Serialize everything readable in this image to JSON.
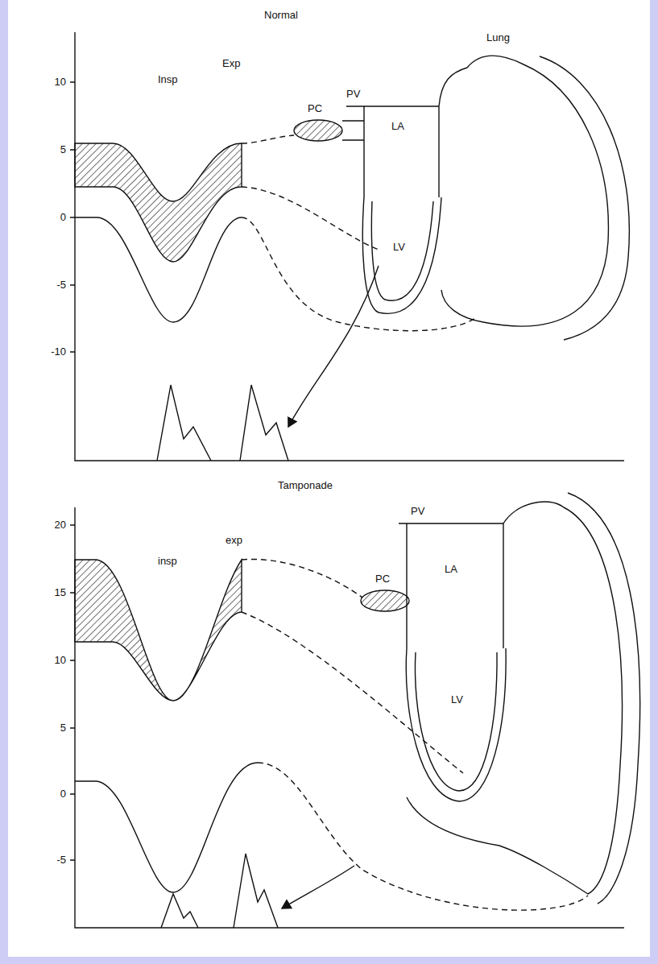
{
  "diagram": {
    "labels": [
      "Normal",
      "10",
      "5",
      "0",
      "-5",
      "-10",
      "Insp",
      "Exp",
      "PC",
      "PV",
      "Lung",
      "LA",
      "LV",
      "Tamponade",
      "20",
      "15",
      "10",
      "5",
      "0",
      "-5",
      "insp",
      "exp",
      "PC",
      "PV",
      "LA",
      "LV"
    ]
  }
}
